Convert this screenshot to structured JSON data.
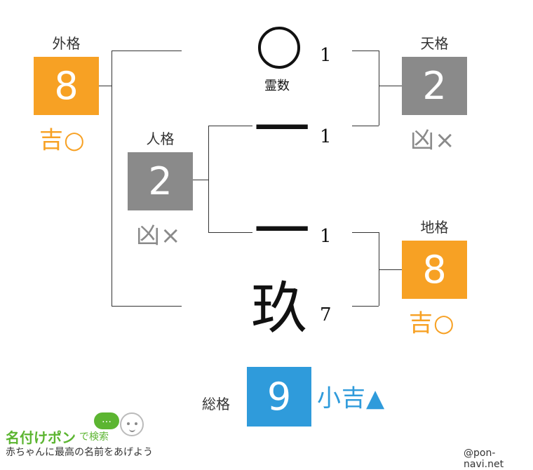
{
  "gaikaku": {
    "label": "外格",
    "value": "8",
    "verdict": "吉○"
  },
  "jinkaku": {
    "label": "人格",
    "value": "2",
    "verdict": "凶×"
  },
  "tenkaku": {
    "label": "天格",
    "value": "2",
    "verdict": "凶×"
  },
  "chikaku": {
    "label": "地格",
    "value": "8",
    "verdict": "吉○"
  },
  "soukaku": {
    "label": "総格",
    "value": "9",
    "verdict": "小吉▲"
  },
  "reisu": {
    "glyph": "○",
    "label": "霊数",
    "strokes": "1"
  },
  "characters": [
    {
      "char": "一",
      "strokes": "1"
    },
    {
      "char": "一",
      "strokes": "1"
    },
    {
      "char": "玖",
      "strokes": "7"
    }
  ],
  "logo": {
    "title": "名付けポン",
    "search": "で検索",
    "subtitle": "赤ちゃんに最高の名前をあげよう",
    "bubble": "…"
  },
  "credit": "@pon-navi.net",
  "colors": {
    "kichi": "#f7a124",
    "kyo": "#8a8a8a",
    "shoukichi": "#2f9bdb",
    "brand": "#5cb531"
  }
}
